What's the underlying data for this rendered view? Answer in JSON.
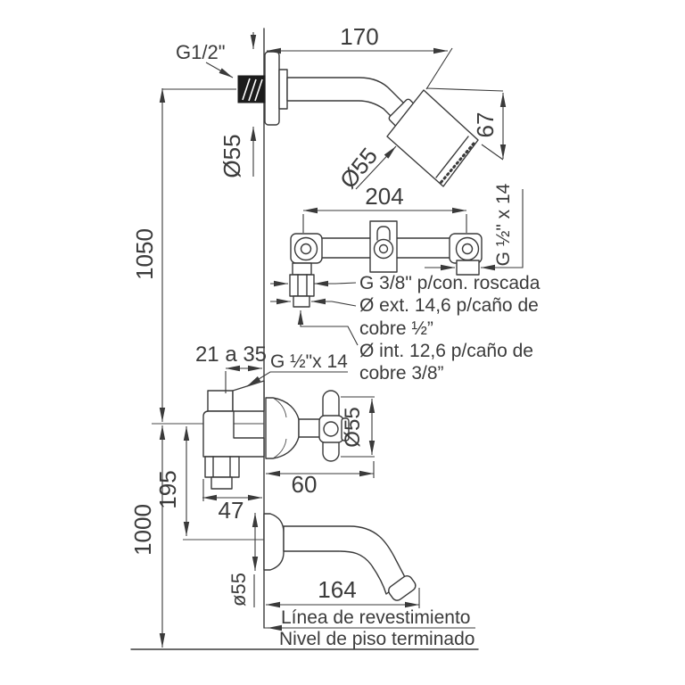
{
  "title": "Diagrama de instalación de juego de ducha con transferencia",
  "colors": {
    "line": "#3a3a3a",
    "text": "#3b3b3b",
    "background": "#ffffff",
    "dark_fill": "#1c1c1c"
  },
  "labels": {
    "thread_top": "G1/2\"",
    "arm_length": "170",
    "flange_diameter_top": "Ø55",
    "head_diameter": "Ø55",
    "head_length": "67",
    "body_width": "204",
    "thread_right": "G ½\" x 14",
    "note_thread": "G 3/8\" p/con. roscada",
    "note_ext_1": "Ø ext. 14,6 p/caño de",
    "note_ext_2": "cobre ½”",
    "note_int_1": "Ø int. 12,6 p/caño de",
    "note_int_2": "cobre 3/8”",
    "height_upper": "1050",
    "embed_depth": "21 a 35",
    "thread_valve": "G ½\"x 14",
    "handle_diameter": "Ø55",
    "valve_to_spout": "195",
    "handle_projection": "60",
    "valve_projection": "47",
    "height_lower": "1000",
    "spout_flange_diameter": "ø55",
    "spout_length": "164",
    "finish_line": "Línea de revestimiento",
    "floor_line": "Nivel de piso terminado"
  }
}
